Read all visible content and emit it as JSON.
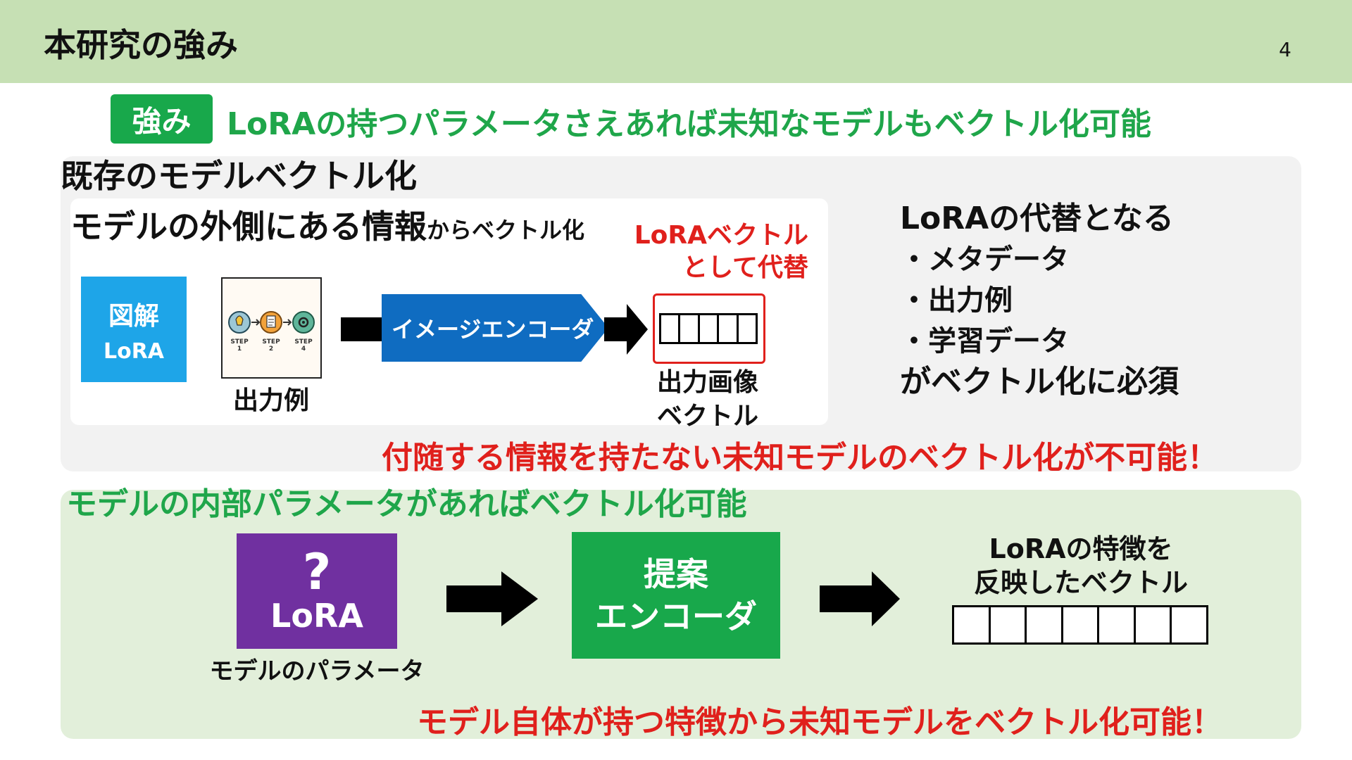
{
  "header": {
    "title": "本研究の強み",
    "page_number": "4"
  },
  "strength": {
    "badge": "強み",
    "text": "LoRAの持つパラメータさえあれば未知なモデルもベクトル化可能"
  },
  "existing": {
    "title": "既存のモデルベクトル化",
    "subtitle_main": "モデルの外側にある情報",
    "subtitle_suffix": "からベクトル化",
    "diagram_box": {
      "line1": "図解",
      "line2": "LoRA"
    },
    "steps": [
      {
        "label": "STEP",
        "num": "1"
      },
      {
        "label": "STEP",
        "num": "2"
      },
      {
        "label": "STEP",
        "num": "4"
      }
    ],
    "output_example_label": "出力例",
    "image_encoder_label": "イメージエンコーダ",
    "lora_substitute_line1": "LoRAベクトル",
    "lora_substitute_line2": "として代替",
    "output_vector_line1": "出力画像",
    "output_vector_line2": "ベクトル",
    "requirements": {
      "heading": "LoRAの代替となる",
      "items": [
        "・メタデータ",
        "・出力例",
        "・学習データ"
      ],
      "footer": "がベクトル化に必須"
    },
    "warning": "付随する情報を持たない未知モデルのベクトル化が不可能！"
  },
  "proposal": {
    "title": "モデルの内部パラメータがあればベクトル化可能",
    "lora_box": {
      "symbol": "?",
      "label": "LoRA"
    },
    "param_label": "モデルのパラメータ",
    "encoder_line1": "提案",
    "encoder_line2": "エンコーダ",
    "feature_line1": "LoRAの特徴を",
    "feature_line2": "反映したベクトル",
    "warning": "モデル自体が持つ特徴から未知モデルをベクトル化可能！"
  },
  "colors": {
    "header_bg": "#c6e0b4",
    "accent_green": "#18a84b",
    "alert_red": "#e0201c",
    "encoder_blue": "#0f6cc1",
    "lora_purple": "#7030a0",
    "diagram_blue": "#1ea5e8"
  },
  "icons": {
    "step1": "lightbulb-icon",
    "step2": "notepad-icon",
    "step4": "gear-icon",
    "arrows": "right-arrow-icon"
  }
}
